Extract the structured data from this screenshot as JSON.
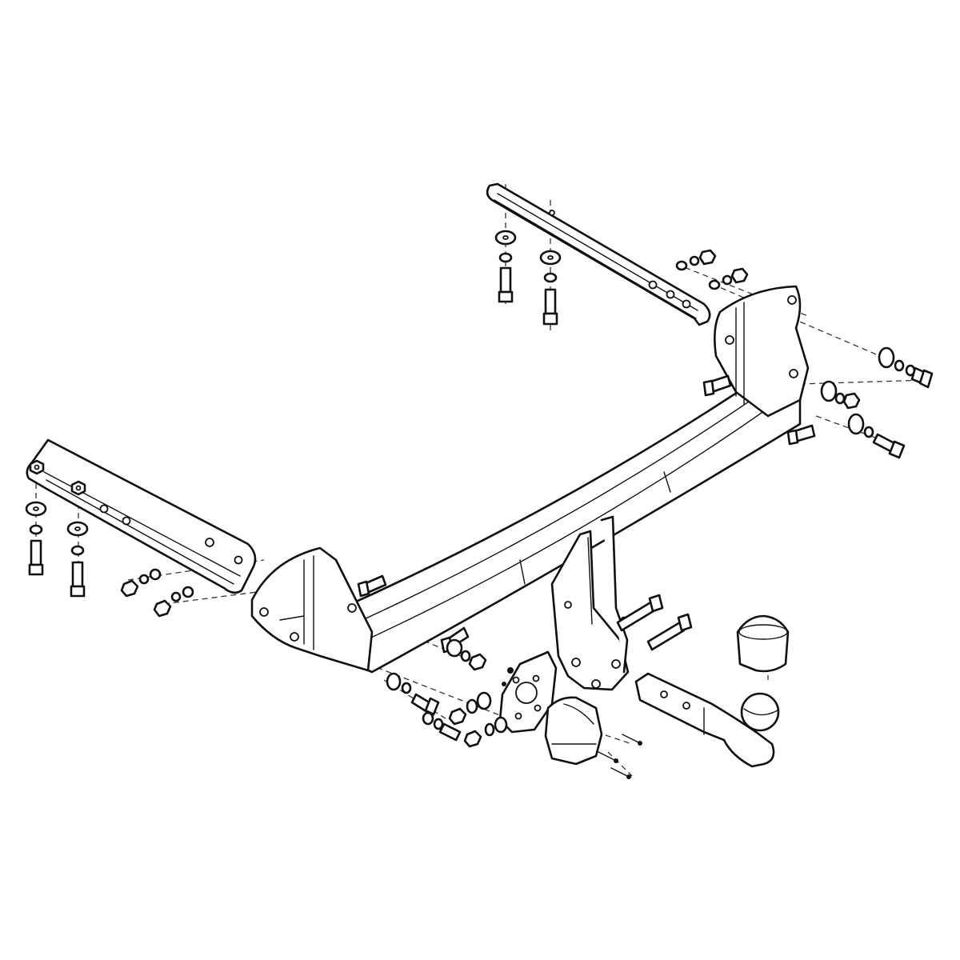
{
  "diagram": {
    "kind": "exploded-assembly",
    "subject": "towbar kit",
    "colors": {
      "line": "#111111",
      "background": "#ffffff",
      "leader": "#333333"
    },
    "parts": [
      "right-side-bracket",
      "left-side-bracket",
      "main-crossbeam",
      "right-mounting-plate",
      "left-mounting-plate",
      "center-tow-plates",
      "tow-ball-neck",
      "ball-cover-cap",
      "electrical-socket-plate",
      "electrical-socket",
      "fastener-sets"
    ]
  }
}
